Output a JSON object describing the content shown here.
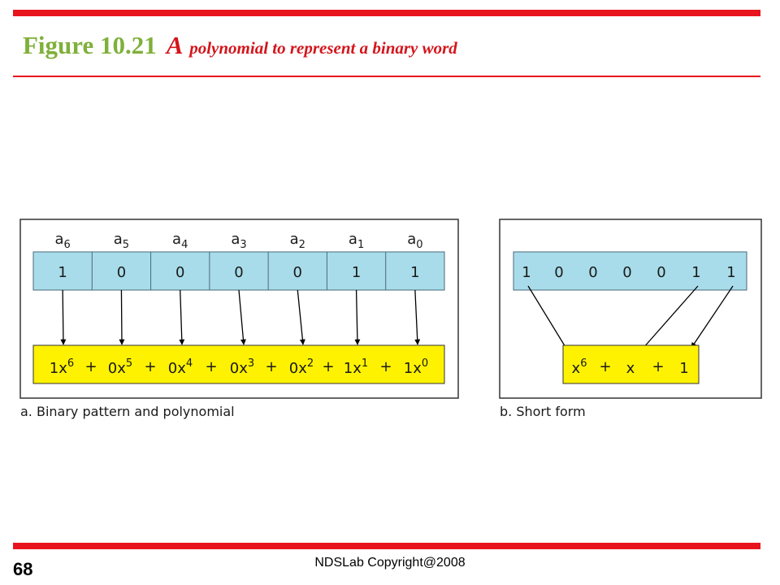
{
  "slide": {
    "title_figure": "Figure 10.21",
    "title_a": "A",
    "title_rest": "polynomial to represent a binary word",
    "slide_number": "68",
    "footer": "NDSLab Copyright@2008"
  },
  "panel_a": {
    "caption": "a. Binary pattern and polynomial",
    "coefficients": [
      {
        "base": "a",
        "sub": "6"
      },
      {
        "base": "a",
        "sub": "5"
      },
      {
        "base": "a",
        "sub": "4"
      },
      {
        "base": "a",
        "sub": "3"
      },
      {
        "base": "a",
        "sub": "2"
      },
      {
        "base": "a",
        "sub": "1"
      },
      {
        "base": "a",
        "sub": "0"
      }
    ],
    "bits": [
      "1",
      "0",
      "0",
      "0",
      "0",
      "1",
      "1"
    ],
    "terms": [
      {
        "base": "1x",
        "exp": "6"
      },
      {
        "base": "0x",
        "exp": "5"
      },
      {
        "base": "0x",
        "exp": "4"
      },
      {
        "base": "0x",
        "exp": "3"
      },
      {
        "base": "0x",
        "exp": "2"
      },
      {
        "base": "1x",
        "exp": "1"
      },
      {
        "base": "1x",
        "exp": "0"
      }
    ],
    "plus": "+"
  },
  "panel_b": {
    "caption": "b. Short form",
    "bits": [
      "1",
      "0",
      "0",
      "0",
      "0",
      "1",
      "1"
    ],
    "terms": [
      {
        "base": "x",
        "exp": "6"
      },
      {
        "base": "x",
        "exp": ""
      },
      {
        "base": "1",
        "exp": ""
      }
    ],
    "plus": "+"
  },
  "colors": {
    "accent_red": "#e8141d",
    "figure_green": "#7fb03a",
    "bits_box": "#a8dcea",
    "poly_box": "#fff200"
  }
}
